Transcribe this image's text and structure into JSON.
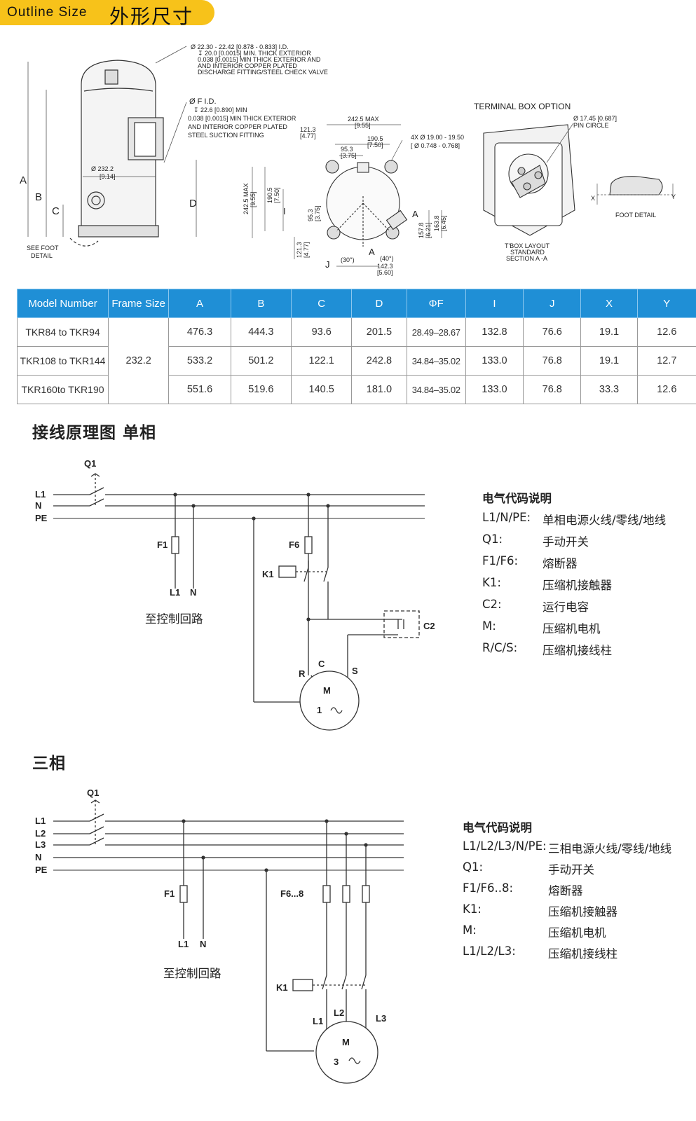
{
  "banner": {
    "title_en": "Outline Size",
    "title_zh": "外形尺寸"
  },
  "drawing": {
    "callout_discharge": [
      "Ø  22.30 - 22.42 [0.878 - 0.833] I.D.",
      "↧ 20.0 [0.0015] MIN. THICK EXTERIOR",
      "0.038 [0.0015] MIN THICK EXTERIOR AND",
      "AND INTERIOR COPPER PLATED",
      "DISCHARGE FITTING/STEEL CHECK VALVE"
    ],
    "callout_suction": [
      "Ø  F I.D.",
      "↧ 22.6 [0.890] MIN",
      "0.038 [0.0015] MIN THICK EXTERIOR",
      "AND INTERIOR COPPER PLATED",
      "STEEL SUCTION FITTING"
    ],
    "side_labels": {
      "a": "A",
      "b": "B",
      "c": "C",
      "d": "D"
    },
    "dia_label": "Ø 232.2",
    "dia_label_in": "[9.14]",
    "see_foot": [
      "SEE FOOT",
      "DETAIL"
    ],
    "top_dims": {
      "d1": "242.5 MAX",
      "d1b": "[9.55]",
      "d2": "190.5",
      "d2b": "[7.50]",
      "d3": "121.3",
      "d3b": "[4.77]",
      "d4": "95.3",
      "d4b": "[3.75]",
      "holes": "4X Ø 19.00 - 19.50",
      "holes_b": "[ Ø 0.748 - 0.768]",
      "v1": "242.5 MAX",
      "v1b": "[9.55]",
      "v2": "190.5",
      "v2b": "[7.50]",
      "v3": "95.3",
      "v3b": "[3.75]",
      "v4": "121.3",
      "v4b": "[4.77]",
      "r1": "157.8",
      "r1b": "[6.21]",
      "r2": "163.8",
      "r2b": "[6.45]",
      "r3": "142.3",
      "r3b": "[5.60]",
      "ang1": "(30°)",
      "ang2": "(40°)",
      "i": "I",
      "j": "J",
      "a1": "A",
      "a2": "A"
    },
    "terminal_box": {
      "title": "TERMINAL BOX OPTION",
      "pin": "Ø 17.45 [0.687]",
      "pin2": "PIN CIRCLE",
      "layout": [
        "T'BOX LAYOUT",
        "STANDARD",
        "SECTION A -A"
      ],
      "foot": "FOOT DETAIL",
      "x": "X",
      "y": "Y"
    }
  },
  "table": {
    "headers": [
      "Model Number",
      "Frame Size",
      "A",
      "B",
      "C",
      "D",
      "ΦF",
      "I",
      "J",
      "X",
      "Y"
    ],
    "frame_size": "232.2",
    "rows": [
      {
        "model": "TKR84 to TKR94",
        "A": "476.3",
        "B": "444.3",
        "C": "93.6",
        "D": "201.5",
        "F": "28.49–28.67",
        "I": "132.8",
        "J": "76.6",
        "X": "19.1",
        "Y": "12.6"
      },
      {
        "model": "TKR108 to TKR144",
        "A": "533.2",
        "B": "501.2",
        "C": "122.1",
        "D": "242.8",
        "F": "34.84–35.02",
        "I": "133.0",
        "J": "76.8",
        "X": "19.1",
        "Y": "12.7"
      },
      {
        "model": "TKR160to TKR190",
        "A": "551.6",
        "B": "519.6",
        "C": "140.5",
        "D": "181.0",
        "F": "34.84–35.02",
        "I": "133.0",
        "J": "76.8",
        "X": "33.3",
        "Y": "12.6"
      }
    ]
  },
  "single_phase": {
    "heading": "接线原理图  单相",
    "labels": {
      "q1": "Q1",
      "l1": "L1",
      "n": "N",
      "pe": "PE",
      "f1": "F1",
      "f6": "F6",
      "k1": "K1",
      "out_l1": "L1",
      "out_n": "N",
      "ctrl": "至控制回路",
      "c2": "C2",
      "r": "R",
      "c": "C",
      "s": "S",
      "m": "M",
      "m_sub": "1"
    },
    "legend_title": "电气代码说明",
    "legend": [
      {
        "code": "L1/N/PE:",
        "desc": "单相电源火线/零线/地线"
      },
      {
        "code": "Q1:",
        "desc": "手动开关"
      },
      {
        "code": "F1/F6:",
        "desc": "熔断器"
      },
      {
        "code": "K1:",
        "desc": "压缩机接触器"
      },
      {
        "code": "C2:",
        "desc": "运行电容"
      },
      {
        "code": "M:",
        "desc": "压缩机电机"
      },
      {
        "code": "R/C/S:",
        "desc": "压缩机接线柱"
      }
    ]
  },
  "three_phase": {
    "heading": "三相",
    "labels": {
      "q1": "Q1",
      "l1": "L1",
      "l2": "L2",
      "l3": "L3",
      "n": "N",
      "pe": "PE",
      "f1": "F1",
      "f68": "F6...8",
      "out_l1": "L1",
      "out_n": "N",
      "ctrl": "至控制回路",
      "k1": "K1",
      "ml1": "L1",
      "ml2": "L2",
      "ml3": "L3",
      "m": "M",
      "m_sub": "3"
    },
    "legend_title": "电气代码说明",
    "legend": [
      {
        "code": "L1/L2/L3/N/PE:",
        "desc": "三相电源火线/零线/地线"
      },
      {
        "code": "Q1:",
        "desc": "手动开关"
      },
      {
        "code": "F1/F6..8:",
        "desc": "熔断器"
      },
      {
        "code": "K1:",
        "desc": "压缩机接触器"
      },
      {
        "code": "M:",
        "desc": "压缩机电机"
      },
      {
        "code": "L1/L2/L3:",
        "desc": "压缩机接线柱"
      }
    ]
  }
}
